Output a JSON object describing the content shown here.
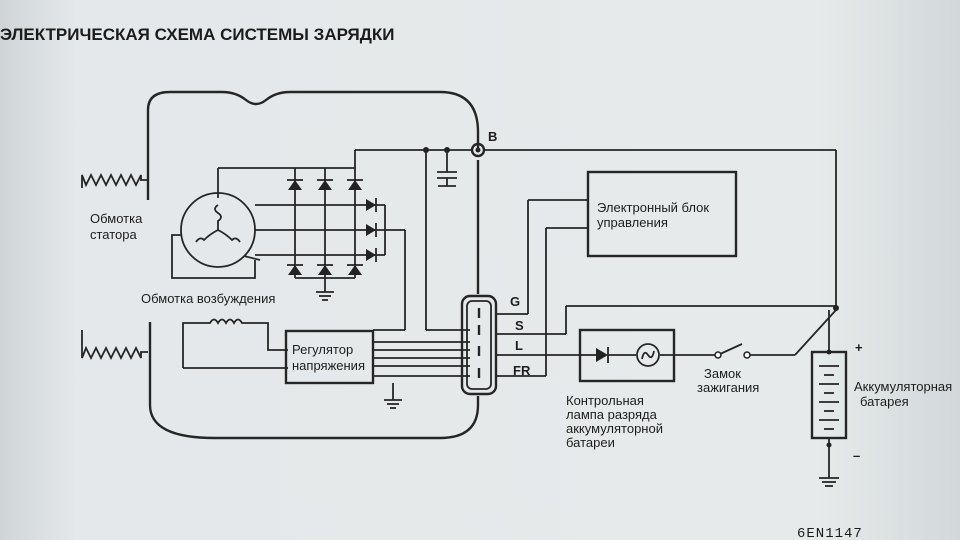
{
  "title": "ЭЛЕКТРИЧЕСКАЯ СХЕМА СИСТЕМЫ ЗАРЯДКИ",
  "labels": {
    "stator_line1": "Обмотка",
    "stator_line2": "статора",
    "field_winding": "Обмотка возбуждения",
    "regulator_line1": "Регулятор",
    "regulator_line2": "напряжения",
    "ecu_line1": "Электронный блок",
    "ecu_line2": "управления",
    "lamp_line1": "Контрольная",
    "lamp_line2": "лампа  разряда",
    "lamp_line3": "аккумуляторной",
    "lamp_line4": "батареи",
    "ignition_line1": "Замок",
    "ignition_line2": "зажигания",
    "battery_line1": "Аккумуляторная",
    "battery_line2": "батарея"
  },
  "terminals": {
    "b": "B",
    "g": "G",
    "s": "S",
    "l": "L",
    "fr": "FR",
    "plus": "+",
    "minus": "–"
  },
  "figure_code": "6EN1147"
}
